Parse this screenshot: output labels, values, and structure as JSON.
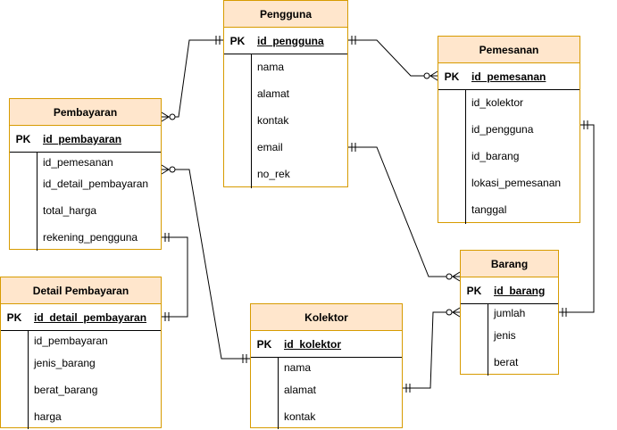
{
  "entities": {
    "pengguna": {
      "title": "Pengguna",
      "pk_tag": "PK",
      "pk": "id_pengguna",
      "attributes": [
        "nama",
        "alamat",
        "kontak",
        "email",
        "no_rek"
      ]
    },
    "pemesanan": {
      "title": "Pemesanan",
      "pk_tag": "PK",
      "pk": "id_pemesanan",
      "attributes": [
        "id_kolektor",
        "id_pengguna",
        "id_barang",
        "lokasi_pemesanan",
        "tanggal"
      ]
    },
    "pembayaran": {
      "title": "Pembayaran",
      "pk_tag": "PK",
      "pk": "id_pembayaran",
      "attributes": [
        "id_pemesanan",
        "id_detail_pembayaran",
        "total_harga",
        "rekening_pengguna"
      ]
    },
    "detail_pembayaran": {
      "title": "Detail Pembayaran",
      "pk_tag": "PK",
      "pk": "id_detail_pembayaran",
      "attributes": [
        "id_pembayaran",
        "jenis_barang",
        "berat_barang",
        "harga"
      ]
    },
    "kolektor": {
      "title": "Kolektor",
      "pk_tag": "PK",
      "pk": "id_kolektor",
      "attributes": [
        "nama",
        "alamat",
        "kontak"
      ]
    },
    "barang": {
      "title": "Barang",
      "pk_tag": "PK",
      "pk": "id_barang",
      "attributes": [
        "jumlah",
        "jenis",
        "berat"
      ]
    }
  },
  "relationships": [
    {
      "from": "pengguna.id_pengguna",
      "to": "pembayaran",
      "from_end": "one-mandatory",
      "to_end": "zero-or-many"
    },
    {
      "from": "pengguna.id_pengguna",
      "to": "pemesanan",
      "from_end": "one-mandatory",
      "to_end": "zero-or-many"
    },
    {
      "from": "pengguna.email",
      "to": "barang",
      "from_end": "one-mandatory",
      "to_end": "zero-or-many"
    },
    {
      "from": "pemesanan",
      "to": "barang.jumlah",
      "from_end": "one-mandatory",
      "to_end": "one-mandatory"
    },
    {
      "from": "pembayaran.id_pemesanan",
      "to": "kolektor",
      "from_end": "zero-or-many",
      "to_end": "one-mandatory"
    },
    {
      "from": "pembayaran.rekening_pengguna",
      "to": "detail_pembayaran.id_detail_pembayaran",
      "from_end": "one-mandatory",
      "to_end": "one-mandatory"
    },
    {
      "from": "kolektor.alamat",
      "to": "barang",
      "from_end": "one-mandatory",
      "to_end": "zero-or-many"
    }
  ],
  "colors": {
    "header_fill": "#ffe6cc",
    "border": "#d79b00",
    "line": "#000000"
  }
}
